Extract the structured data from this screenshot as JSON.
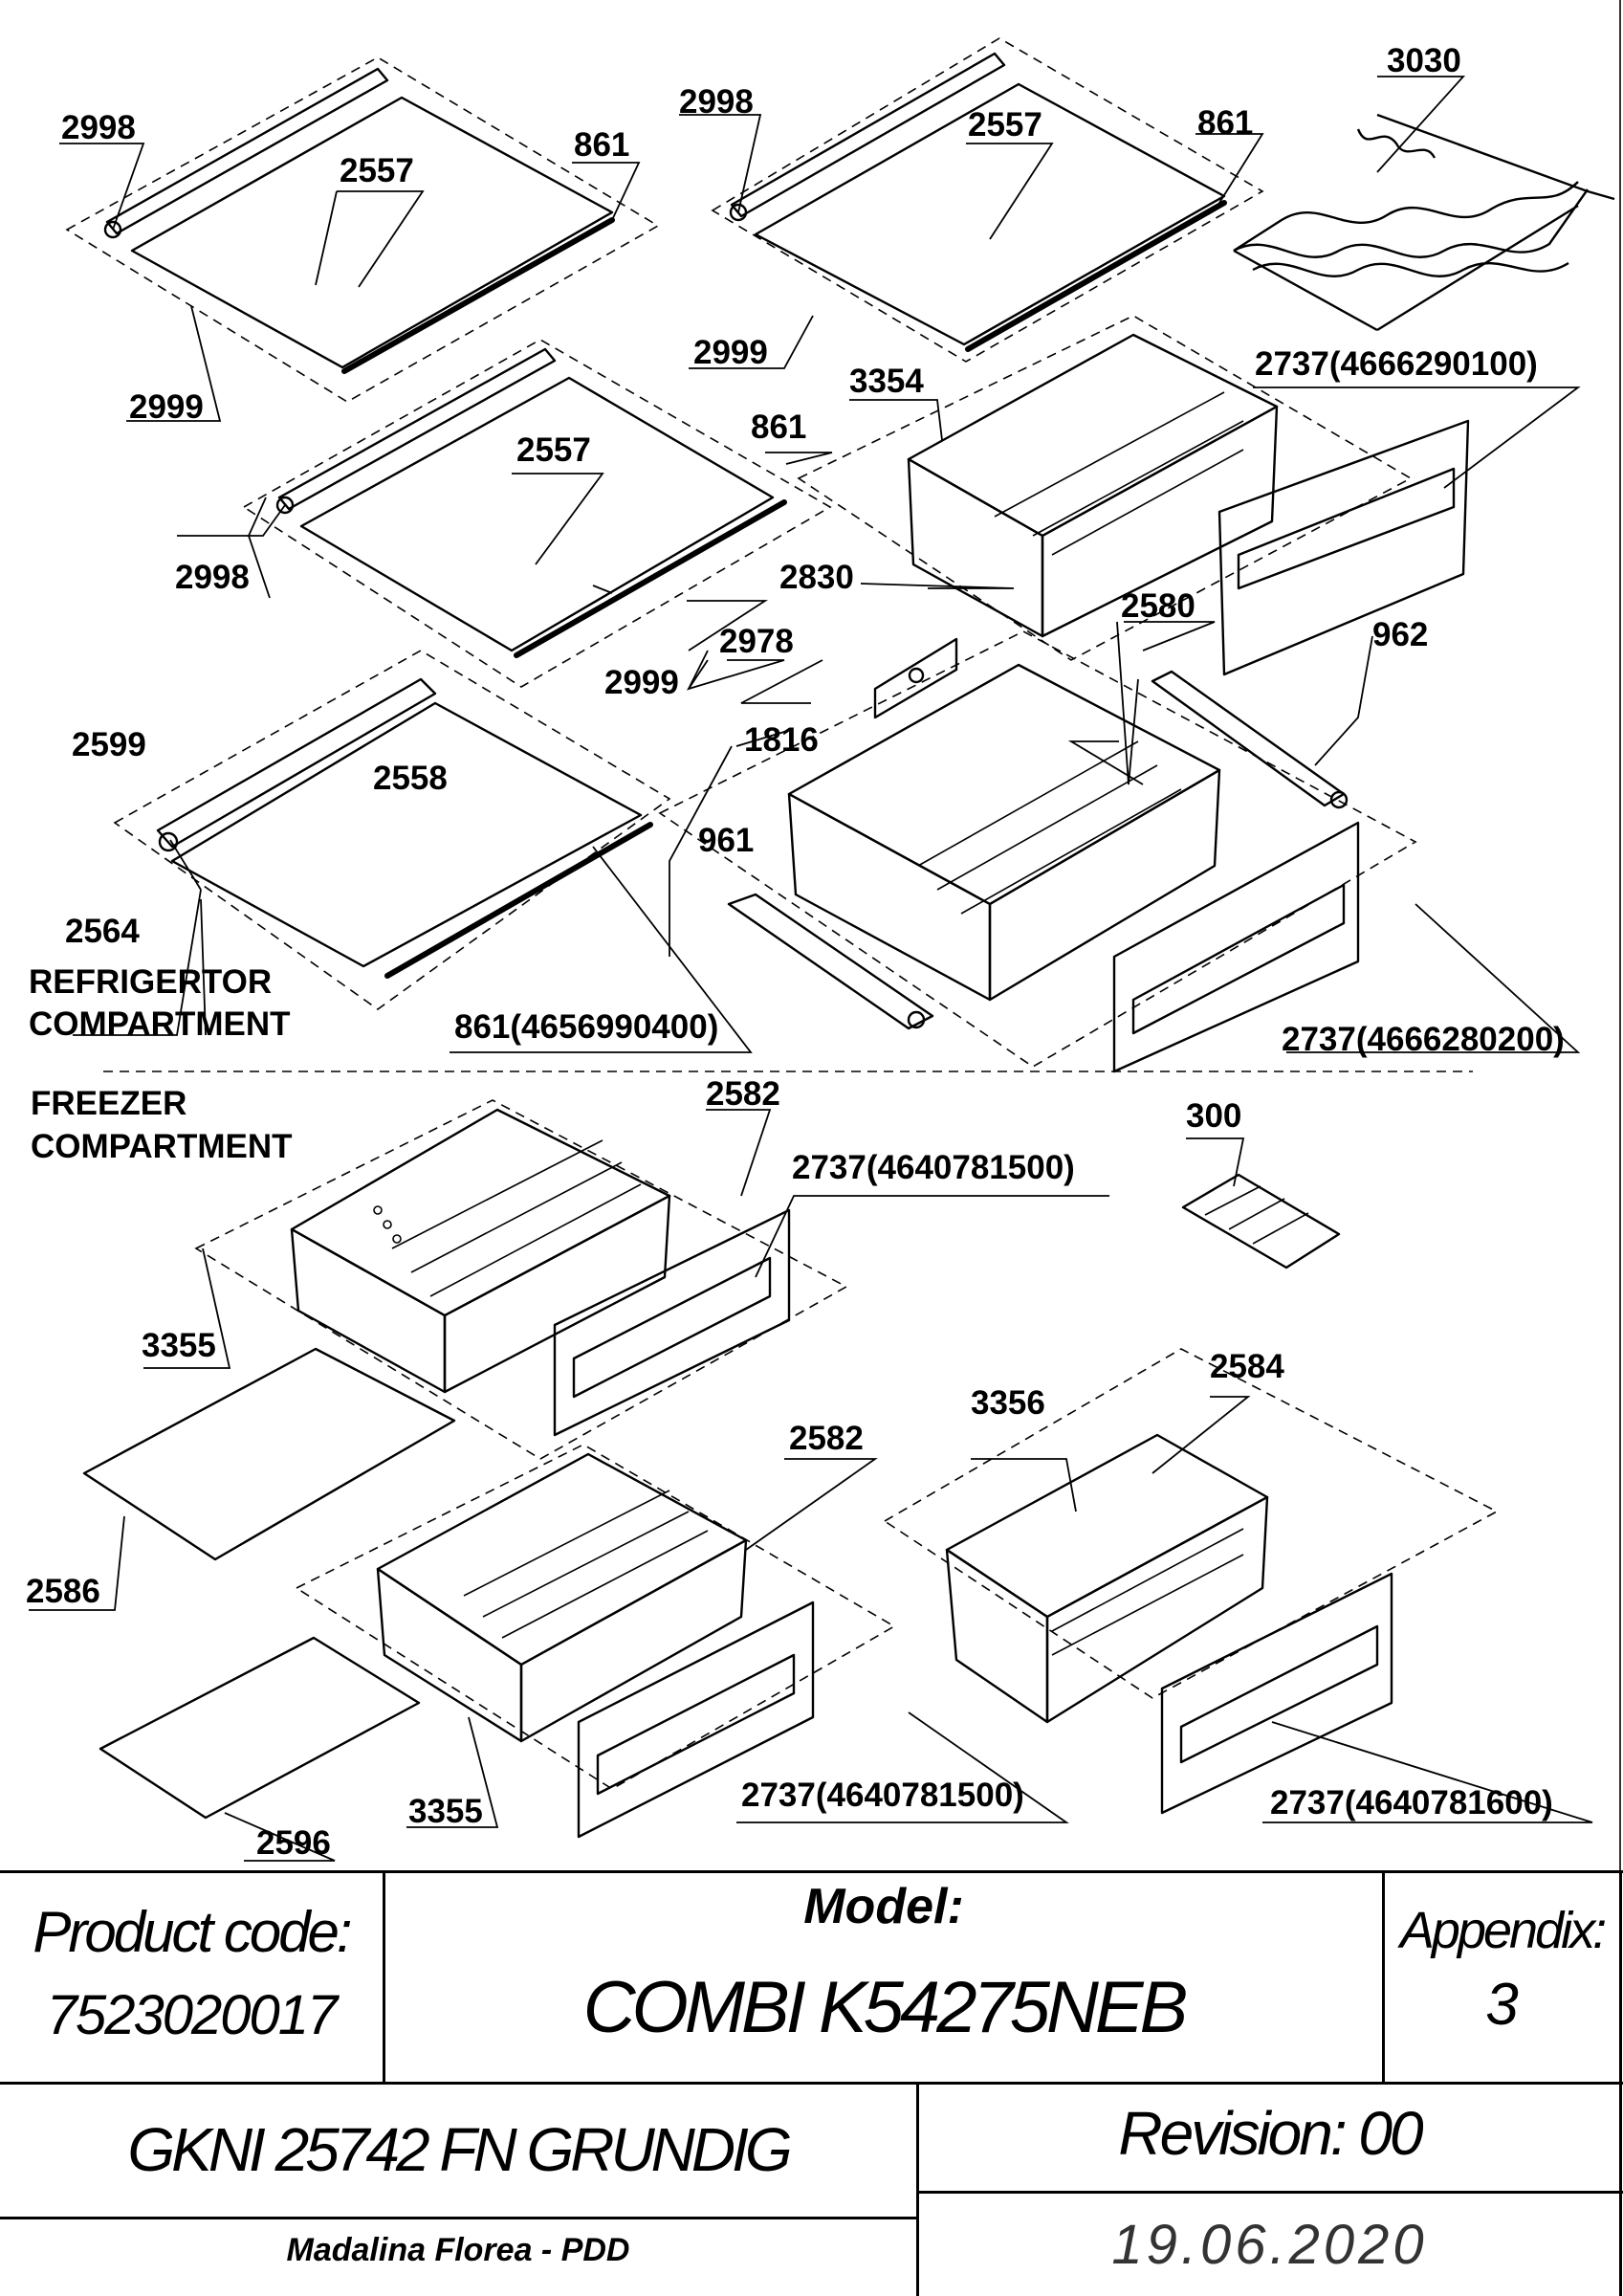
{
  "sections": {
    "refrigerator_line1": "REFRIGERTOR",
    "refrigerator_line2": "COMPARTMENT",
    "freezer_line1": "FREEZER",
    "freezer_line2": "COMPARTMENT"
  },
  "parts": [
    {
      "key": "p2998a",
      "text": "2998"
    },
    {
      "key": "p2557a",
      "text": "2557"
    },
    {
      "key": "p861a",
      "text": "861"
    },
    {
      "key": "p2999a",
      "text": "2999"
    },
    {
      "key": "p2998b",
      "text": "2998"
    },
    {
      "key": "p2557b",
      "text": "2557"
    },
    {
      "key": "p861b",
      "text": "861"
    },
    {
      "key": "p2999b",
      "text": "2999"
    },
    {
      "key": "p3030",
      "text": "3030"
    },
    {
      "key": "p3354",
      "text": "3354"
    },
    {
      "key": "p2737a",
      "text": "2737(4666290100)"
    },
    {
      "key": "p2557c",
      "text": "2557"
    },
    {
      "key": "p861c",
      "text": "861"
    },
    {
      "key": "p2998c",
      "text": "2998"
    },
    {
      "key": "p2830",
      "text": "2830"
    },
    {
      "key": "p2999c",
      "text": "2999"
    },
    {
      "key": "p2978",
      "text": "2978"
    },
    {
      "key": "p2580",
      "text": "2580"
    },
    {
      "key": "p962",
      "text": "962"
    },
    {
      "key": "p2599",
      "text": "2599"
    },
    {
      "key": "p2558",
      "text": "2558"
    },
    {
      "key": "p1816",
      "text": "1816"
    },
    {
      "key": "p961",
      "text": "961"
    },
    {
      "key": "p2564",
      "text": "2564"
    },
    {
      "key": "p861d",
      "text": "861(4656990400)"
    },
    {
      "key": "p2737b",
      "text": "2737(4666280200)"
    },
    {
      "key": "p2582a",
      "text": "2582"
    },
    {
      "key": "p2737c",
      "text": "2737(4640781500)"
    },
    {
      "key": "p300",
      "text": "300"
    },
    {
      "key": "p3355a",
      "text": "3355"
    },
    {
      "key": "p2584",
      "text": "2584"
    },
    {
      "key": "p3356",
      "text": "3356"
    },
    {
      "key": "p2582b",
      "text": "2582"
    },
    {
      "key": "p2586",
      "text": "2586"
    },
    {
      "key": "p3355b",
      "text": "3355"
    },
    {
      "key": "p2737d",
      "text": "2737(4640781500)"
    },
    {
      "key": "p2737e",
      "text": "2737(4640781600)"
    },
    {
      "key": "p2596",
      "text": "2596"
    }
  ],
  "title_block": {
    "product_code_label": "Product code:",
    "product_code": "7523020017",
    "model_label": "Model:",
    "model": "COMBI K54275NEB",
    "appendix_label": "Appendix:",
    "appendix": "3",
    "product_name": "GKNI 25742 FN GRUNDIG",
    "revision": "Revision: 00",
    "author": "Madalina Florea - PDD",
    "date": "19.06.2020"
  }
}
